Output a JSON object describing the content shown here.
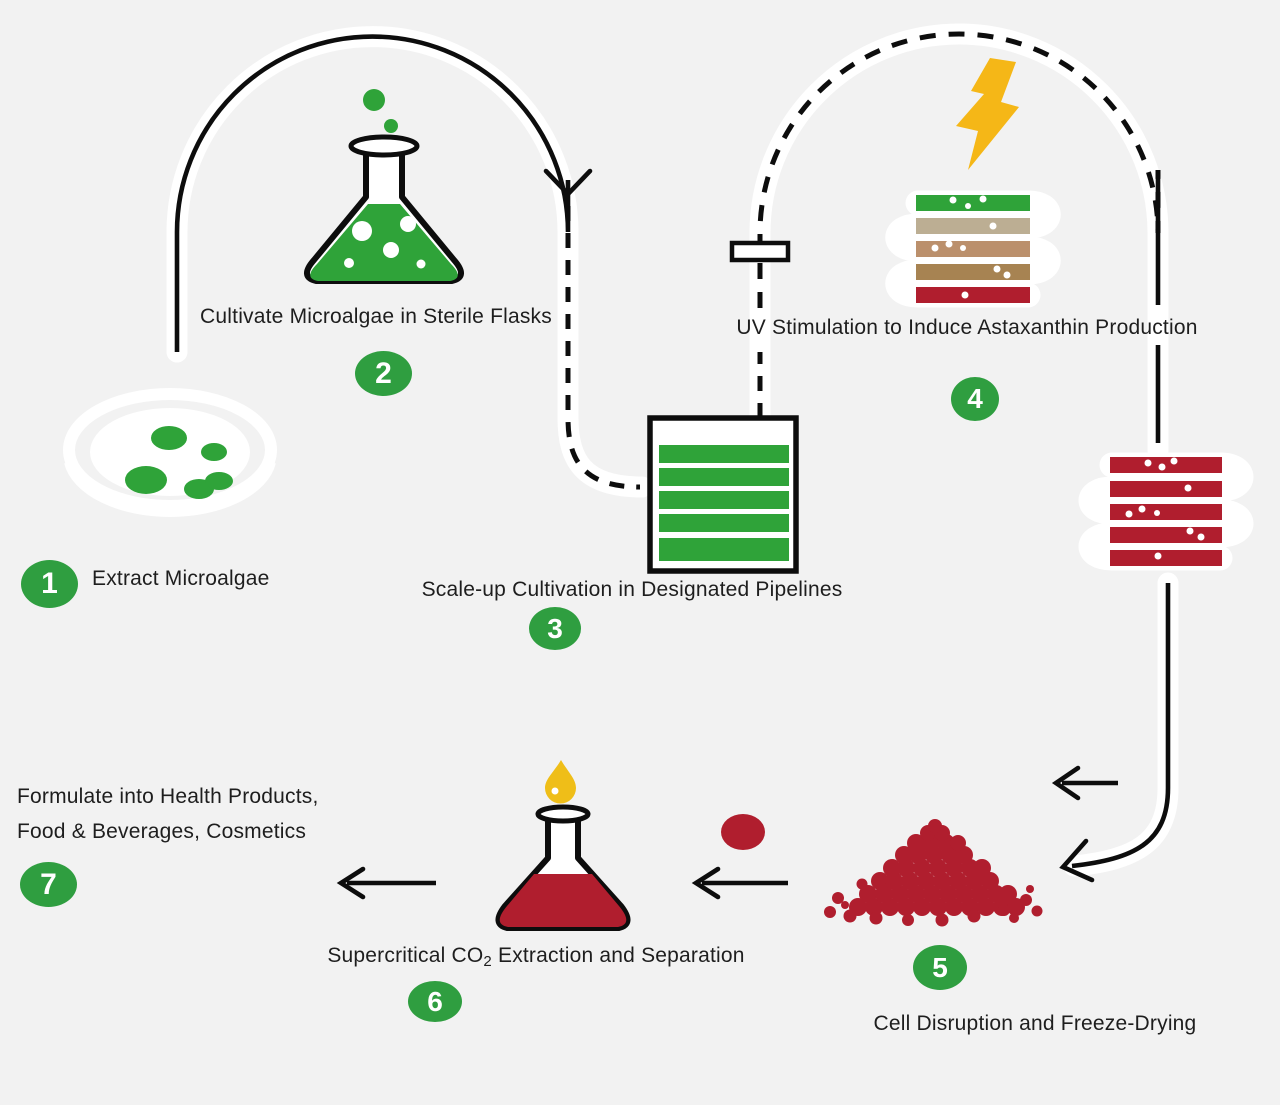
{
  "diagram": {
    "type": "process-flow-infographic",
    "background": "#F2F2F2"
  },
  "colors": {
    "background": "#F2F2F2",
    "casing_white": "#FFFFFF",
    "line_black": "#0D0D0D",
    "step_badge_green": "#2F9E40",
    "algae_green": "#2FA339",
    "astaxanthin_red": "#B01E2E",
    "tube_tan": "#BCAE93",
    "tube_light_brown": "#BB906C",
    "tube_brown": "#A78352",
    "uv_bolt_yellow": "#F5B717",
    "droplet_gold": "#EFBE18",
    "text_black": "#1E1E1E"
  },
  "steps": [
    {
      "number": "1",
      "label": "Extract Microalgae",
      "icon": "petri-dish-icon"
    },
    {
      "number": "2",
      "label": "Cultivate Microalgae in Sterile Flasks",
      "icon": "culture-flask-icon"
    },
    {
      "number": "3",
      "label": "Scale-up Cultivation in Designated Pipelines",
      "icon": "pipeline-box-icon"
    },
    {
      "number": "4",
      "label": "UV Stimulation to Induce Astaxanthin Production",
      "icon": "photobioreactor-coil-icon"
    },
    {
      "number": "5",
      "label": "Cell Disruption and Freeze-Drying",
      "icon": "powder-pile-icon"
    },
    {
      "number": "6",
      "label": "Supercritical CO2 Extraction and Separation",
      "label_parts": {
        "prefix": "Supercritical CO",
        "sub": "2",
        "suffix": " Extraction and Separation"
      },
      "icon": "extraction-flask-icon"
    },
    {
      "number": "7",
      "label_line1": "Formulate into Health Products,",
      "label_line2": "Food & Beverages, Cosmetics",
      "icon": "none"
    }
  ],
  "connectors": [
    {
      "from": "1",
      "to": "2",
      "style": "solid-arc-arrow"
    },
    {
      "from": "2",
      "to": "3",
      "style": "dashed-line"
    },
    {
      "from": "3",
      "to": "4",
      "style": "dashed-arc-with-valve"
    },
    {
      "from": "4",
      "to": "5",
      "style": "solid-curve-arrow"
    },
    {
      "from": "5",
      "to": "6",
      "style": "solid-arrow-left"
    },
    {
      "from": "6",
      "to": "7",
      "style": "solid-arrow-left"
    }
  ]
}
